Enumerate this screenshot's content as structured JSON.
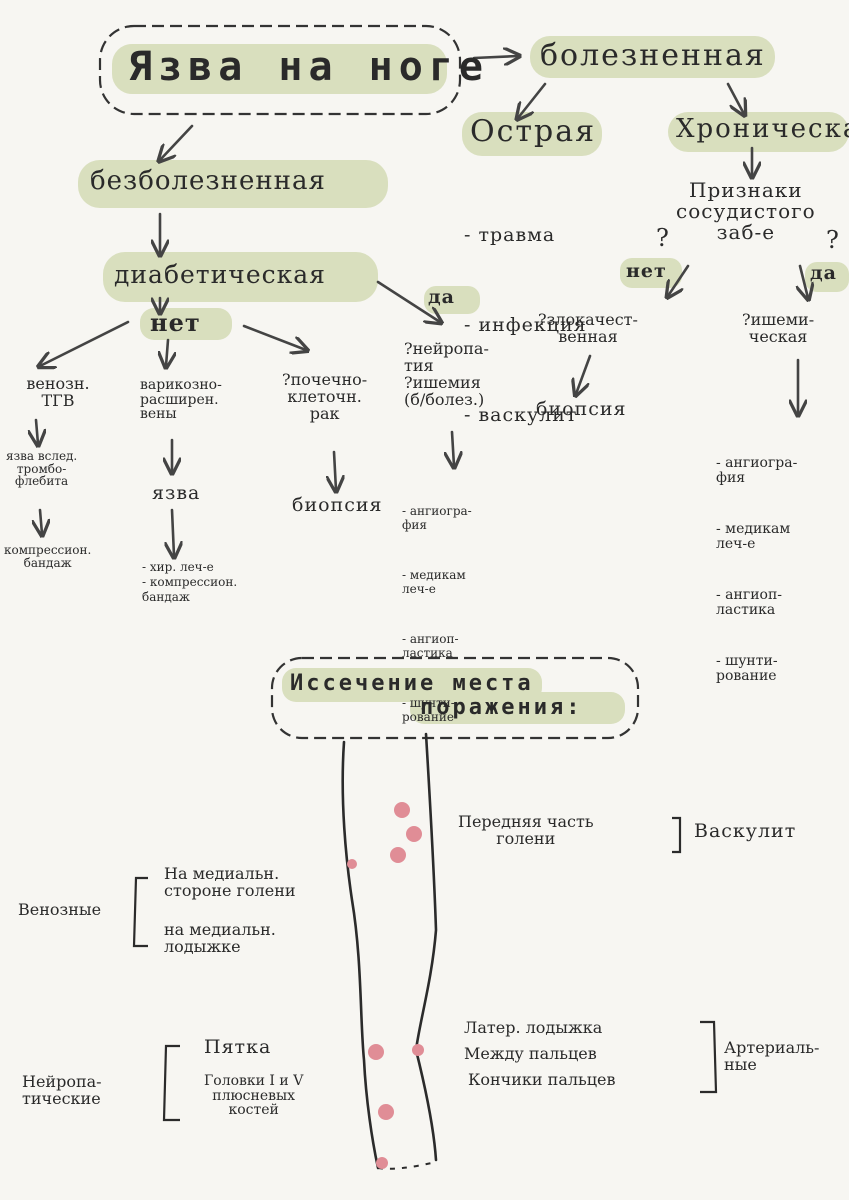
{
  "title": "Язва на ноге",
  "painful": {
    "label": "болезненная",
    "acute": {
      "label": "Острая",
      "causes": [
        "- травма",
        "- инфекция",
        "- васкулит"
      ]
    },
    "chronic": {
      "label": "Хроническая",
      "signs": "Признаки\nсосудистого\nзаб-е",
      "q_marks": [
        "?",
        "?"
      ],
      "no": "нет",
      "yes": "да",
      "malignant": "?злокачест-\nвенная",
      "biopsy": "биопсия",
      "ischemic": "?ишеми-\nческая",
      "treatments": [
        "- ангиогра-\nфия",
        "- медикам\nлеч-е",
        "- ангиоп-\nластика",
        "- шунти-\nрование"
      ]
    }
  },
  "painless": {
    "label": "безболезненная",
    "diabetic": "диабетическая",
    "no": "нет",
    "yes": "да",
    "branch_venous": {
      "head": "венозн.\nТГВ",
      "mid": "язва вслед.\nтромбо-\nфлебита",
      "end": "компрессион.\nбандаж"
    },
    "branch_varicose": {
      "head": "варикозно-\nрасширен.\nвены",
      "mid": "язва",
      "end": "- хир. леч-е\n- компрессион.\nбандаж"
    },
    "branch_renal": {
      "head": "?почечно-\nклеточн.\nрак",
      "end": "биопсия"
    },
    "branch_neuro": {
      "head": "?нейропа-\nтия\n?ишемия\n(б/болез.)",
      "treatments": [
        "- ангиогра-\nфия",
        "- медикам\nлеч-е",
        "- ангиоп-\nластика",
        "- шунти-\nрование"
      ]
    }
  },
  "section2": {
    "title_line1": "Иссечение места",
    "title_line2": "поражения:",
    "front_shin": "Передняя часть\nголени",
    "vasculitis": "Васкулит",
    "venous": "Венозные",
    "venous_items": [
      "На медиальн.\nстороне голени",
      "на медиальн.\nлодыжке"
    ],
    "arterial": "Артериаль-\nные",
    "arterial_items": [
      "Латер. лодыжка",
      "Между пальцев",
      "Кончики пальцев"
    ],
    "neuro": "Нейропа-\nтические",
    "neuro_items": [
      "Пятка",
      "Головки I и V\nплюсневых\nкостей"
    ]
  },
  "colors": {
    "highlight": "#d9dfbe",
    "ink": "#2a2a2a",
    "arrow": "#444444",
    "dot": "#e08d96"
  }
}
